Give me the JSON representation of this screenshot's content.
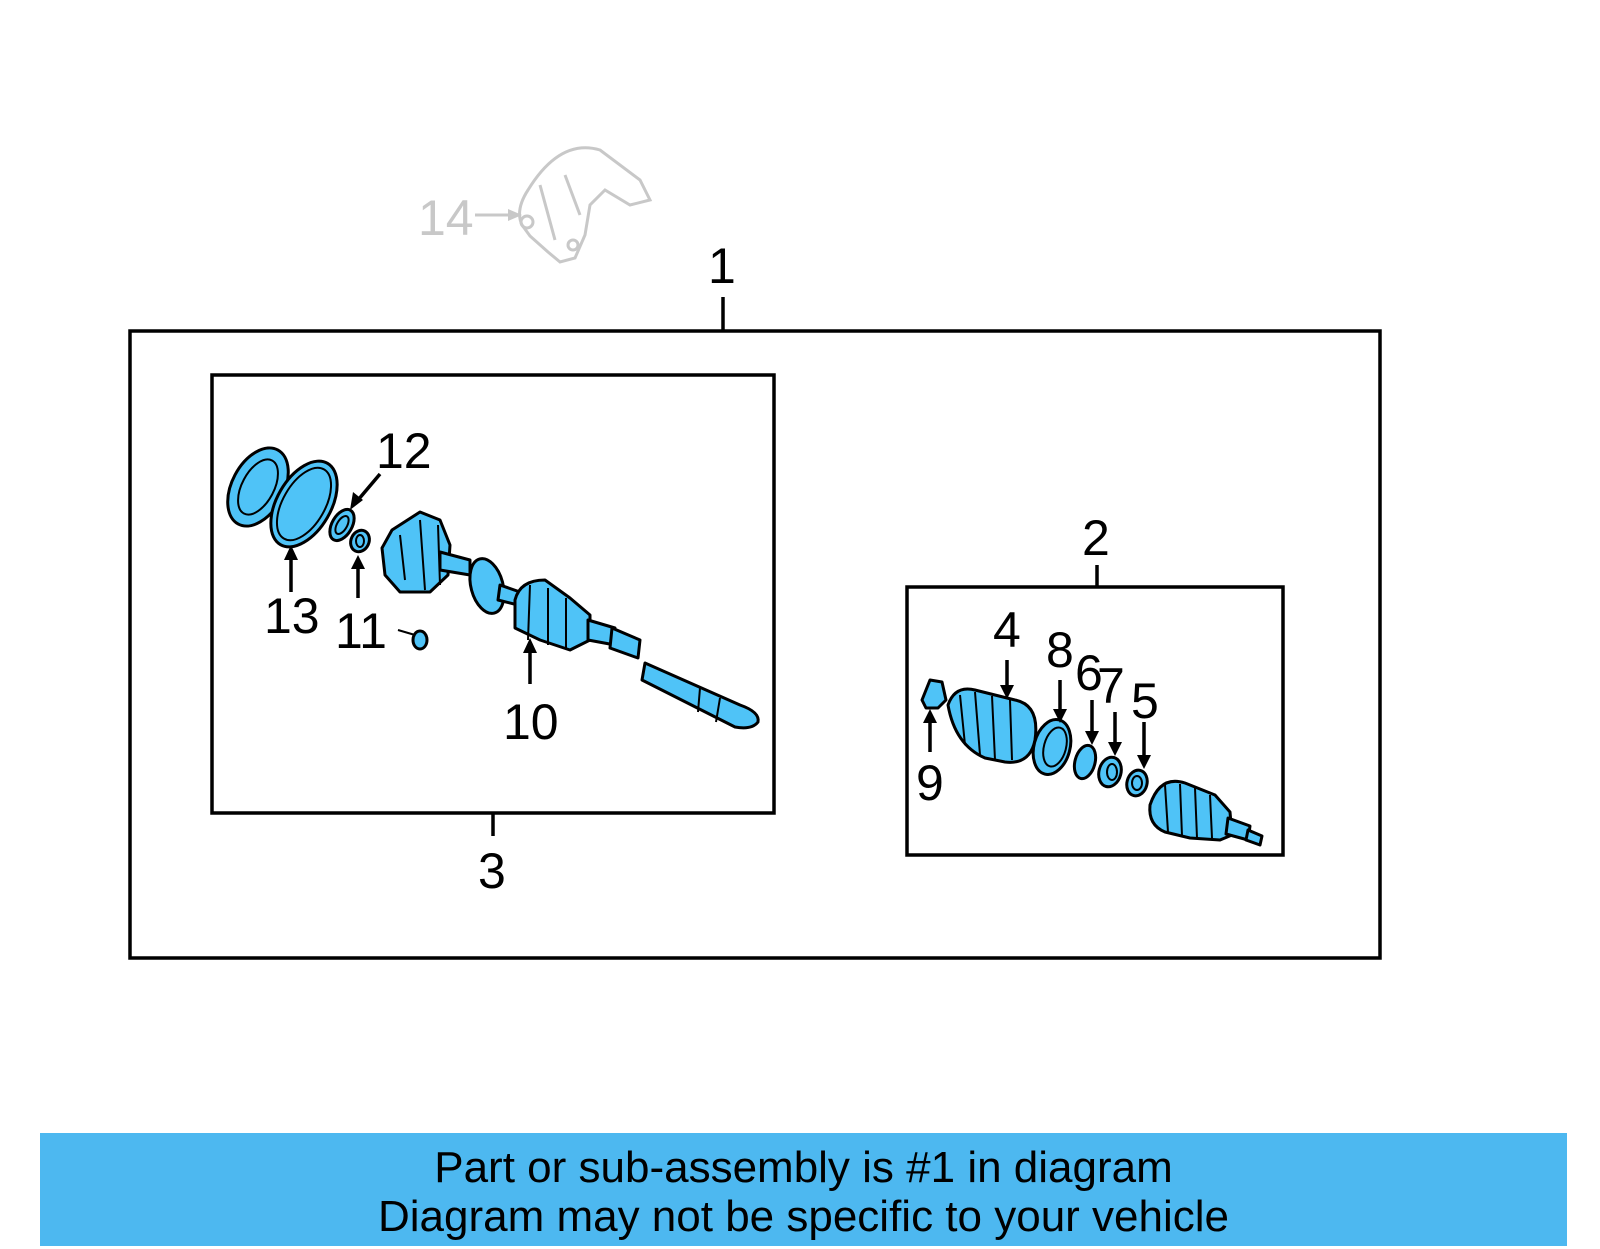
{
  "diagram": {
    "callouts": {
      "c1": "1",
      "c2": "2",
      "c3": "3",
      "c4": "4",
      "c5": "5",
      "c6": "6",
      "c7": "7",
      "c8": "8",
      "c9": "9",
      "c10": "10",
      "c11": "11",
      "c12": "12",
      "c13": "13",
      "c14": "14"
    },
    "colors": {
      "part_fill": "#4fc3f7",
      "banner": "#4db8f0",
      "ghost": "#c8c8c8"
    }
  },
  "banner": {
    "line1": "Part or sub-assembly is #1 in diagram",
    "line2": "Diagram may not be specific to your vehicle"
  }
}
